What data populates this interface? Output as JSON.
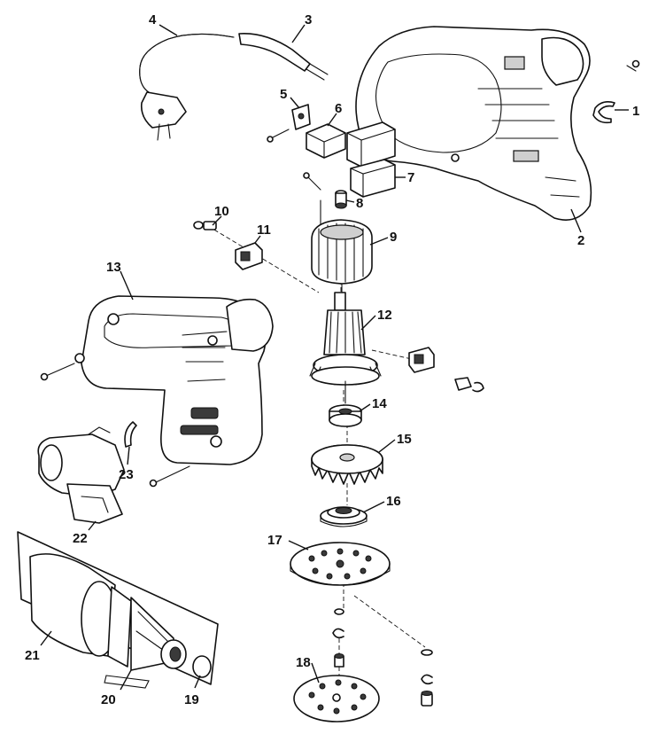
{
  "diagram": {
    "colors": {
      "ink": "#111111",
      "paper": "#ffffff",
      "shade": "#cfcfcf"
    },
    "part_labels": [
      "1",
      "2",
      "3",
      "4",
      "5",
      "6",
      "7",
      "8",
      "9",
      "10",
      "11",
      "12",
      "13",
      "14",
      "15",
      "16",
      "17",
      "18",
      "19",
      "20",
      "21",
      "22",
      "23"
    ]
  }
}
